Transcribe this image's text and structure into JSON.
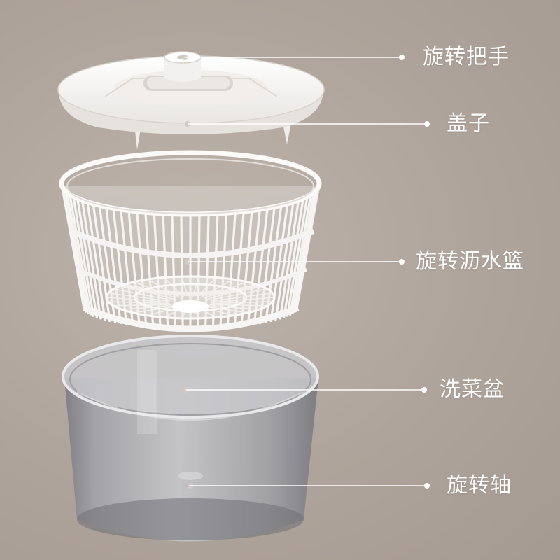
{
  "colors": {
    "background": "#b0a69e",
    "leader_line": "#ffffff",
    "label_text": "#ffffff",
    "part_white": "#f4f2f0",
    "bowl_gray": "#8f8f94"
  },
  "parts": [
    {
      "id": "rotary-handle",
      "label": "旋转把手"
    },
    {
      "id": "lid",
      "label": "盖子"
    },
    {
      "id": "spin-basket",
      "label": "旋转沥水篮"
    },
    {
      "id": "wash-bowl",
      "label": "洗菜盆"
    },
    {
      "id": "spin-axis",
      "label": "旋转轴"
    }
  ]
}
